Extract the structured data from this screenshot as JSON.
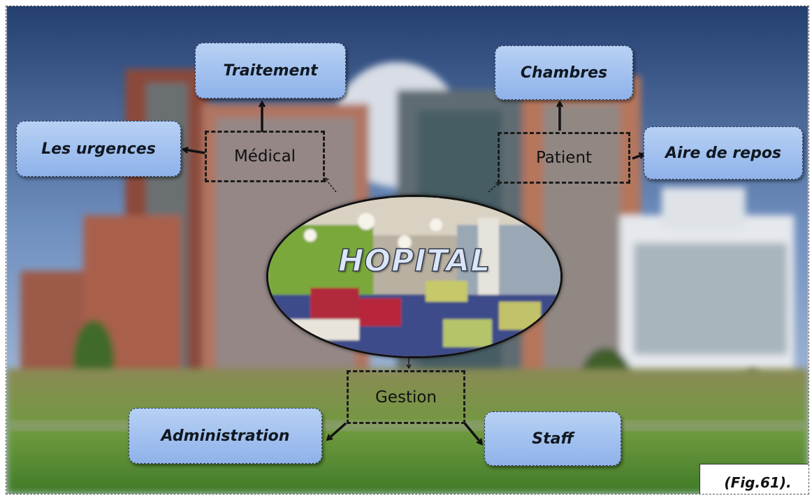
{
  "diagram": {
    "center": "HOPITAL",
    "categories": {
      "medical": "Médical",
      "patient": "Patient",
      "gestion": "Gestion"
    },
    "items": {
      "traitement": "Traitement",
      "urgences": "Les urgences",
      "chambres": "Chambres",
      "repos": "Aire de repos",
      "administration": "Administration",
      "staff": "Staff"
    }
  },
  "caption": "(Fig.61).",
  "colors": {
    "box_fill": "#a3c2ef",
    "box_border": "#2b3b55",
    "arrow": "#111111"
  }
}
